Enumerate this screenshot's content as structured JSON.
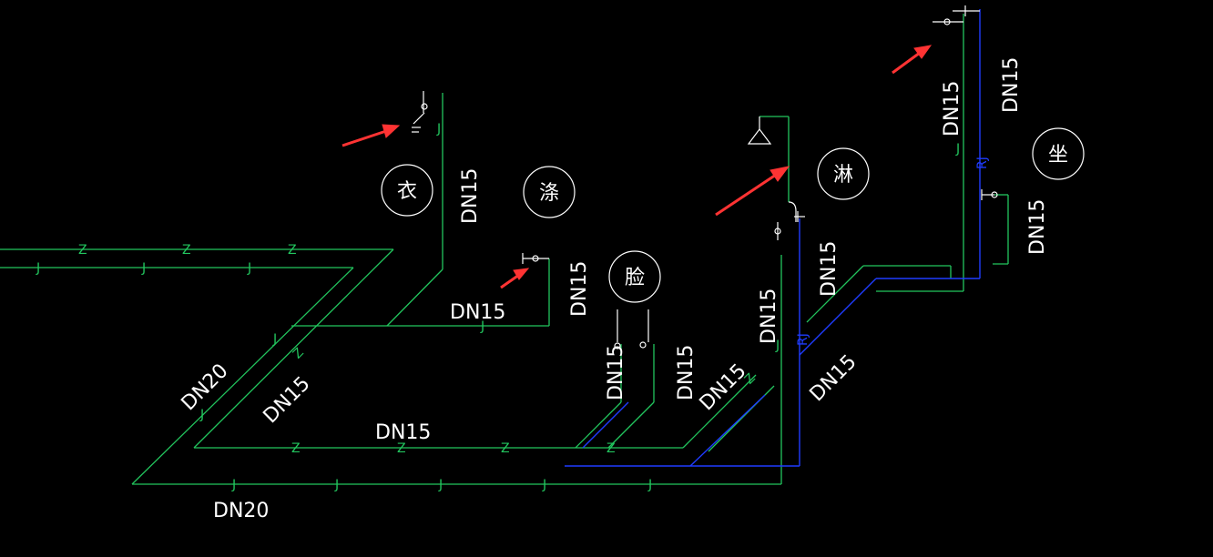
{
  "colors": {
    "background": "#000000",
    "green_pipe": "#22c55e",
    "blue_pipe": "#1f3cff",
    "white_line": "#ffffff",
    "arrow": "#ff3333"
  },
  "labels": {
    "dn15_riser_yi": "DN15",
    "dn15_branch": "DN15",
    "dn15_lian": "DN15",
    "dn15_basin_left": "DN15",
    "dn15_basin_right": "DN15",
    "dn15_diag_mid": "DN15",
    "dn15_horizontal": "DN15",
    "dn15_shower_vert": "DN15",
    "dn15_shower_diag": "DN15",
    "dn15_shower_right": "DN15",
    "dn15_diag_bottom": "DN15",
    "dn15_top_left": "DN15",
    "dn15_top_right": "DN15",
    "dn15_zuo": "DN15",
    "dn15_diag_left": "DN15",
    "dn20_diag": "DN20",
    "dn20_bottom": "DN20"
  },
  "fixtures": {
    "yi": "衣",
    "di": "涤",
    "lian": "脸",
    "lin": "淋",
    "zuo": "坐"
  },
  "pipe_marks": {
    "z": "Z",
    "j": "J",
    "rj": "RJ"
  }
}
